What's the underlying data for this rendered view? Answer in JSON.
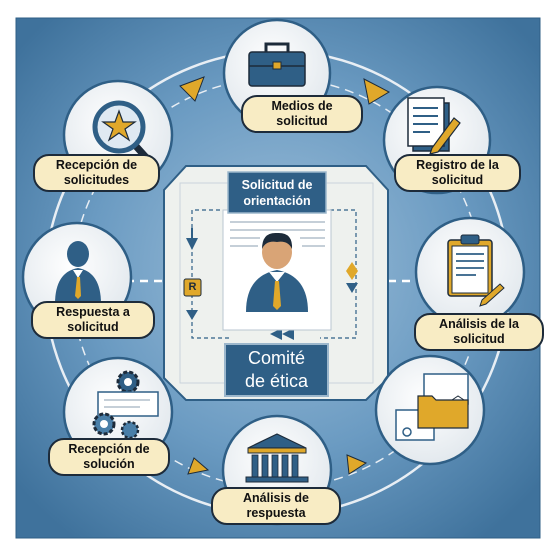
{
  "diagram": {
    "center": {
      "request_label": [
        "Solicitud de",
        "orientación"
      ],
      "committee_label": [
        "Comité",
        "de ética"
      ],
      "badge_letter": "R"
    },
    "nodes": [
      {
        "id": "medios",
        "lines": [
          "Medios de",
          "solicitud"
        ],
        "icon": "briefcase-icon"
      },
      {
        "id": "registro",
        "lines": [
          "Registro de la",
          "solicitud"
        ],
        "icon": "document-pen-icon"
      },
      {
        "id": "analisis",
        "lines": [
          "Análisis de la",
          "solicitud"
        ],
        "icon": "clipboard-icon"
      },
      {
        "id": "docs",
        "lines": [],
        "icon": "folder-documents-icon"
      },
      {
        "id": "analisis-respuesta",
        "lines": [
          "Análisis de",
          "respuesta"
        ],
        "icon": "institution-building-icon"
      },
      {
        "id": "recepcion-solucion",
        "lines": [
          "Recepción de",
          "solución"
        ],
        "icon": "gears-documents-icon"
      },
      {
        "id": "respuesta",
        "lines": [
          "Respuesta a",
          "solicitud"
        ],
        "icon": "person-icon"
      },
      {
        "id": "recepcion-solicitudes",
        "lines": [
          "Recepción de",
          "solicitudes"
        ],
        "icon": "magnifier-star-icon"
      }
    ],
    "colors": {
      "background": "#4a7fa8",
      "node_fill": "#f4f6f8",
      "label_fill": "#f8ecc4",
      "accent_gold": "#e0a82a",
      "dark_blue": "#2f5f86"
    }
  }
}
